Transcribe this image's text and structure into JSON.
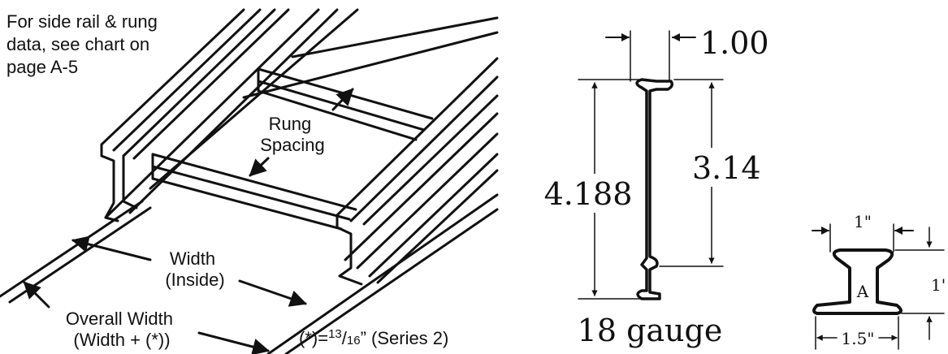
{
  "ladder": {
    "note_lines": [
      "For side rail & rung",
      "data, see chart on",
      "page A-5"
    ],
    "rung_spacing_lines": [
      "Rung",
      "Spacing"
    ],
    "width_lines": [
      "Width",
      "(Inside)"
    ],
    "overall_width_lines": [
      "Overall Width",
      "(Width + (*))"
    ],
    "footnote": {
      "prefix": "(*)=",
      "numerator": "13",
      "slash": "/",
      "denominator": "16",
      "suffix": "” (Series 2)"
    }
  },
  "side_rail": {
    "top_flange": "1.00",
    "height": "4.188",
    "inner_height": "3.14",
    "gauge": "18 gauge"
  },
  "rung": {
    "top_width": "1\"",
    "height": "1'",
    "bottom_width": "1.5\"",
    "section_label": "A"
  }
}
